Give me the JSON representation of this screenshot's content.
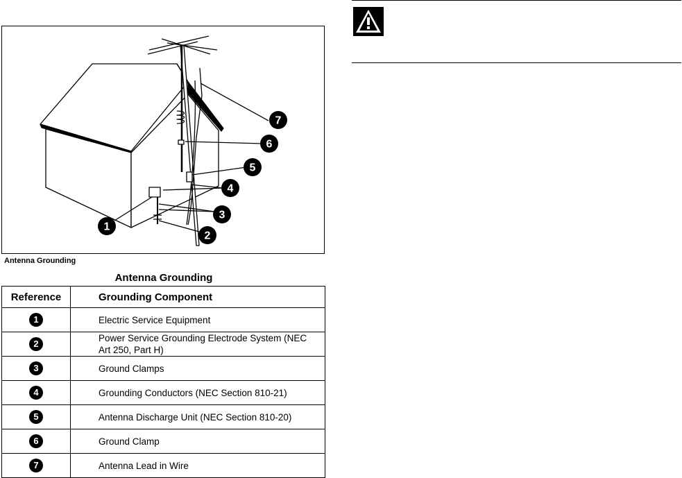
{
  "figure": {
    "callouts": [
      "1",
      "2",
      "3",
      "4",
      "5",
      "6",
      "7"
    ],
    "caption": "Antenna Grounding"
  },
  "table": {
    "title": "Antenna Grounding",
    "headers": {
      "reference": "Reference",
      "component": "Grounding Component"
    },
    "rows": [
      {
        "ref": "1",
        "component": "Electric Service Equipment"
      },
      {
        "ref": "2",
        "component": "Power Service Grounding Electrode System (NEC Art 250, Part H)"
      },
      {
        "ref": "3",
        "component": "Ground Clamps"
      },
      {
        "ref": "4",
        "component": "Grounding Conductors (NEC Section 810-21)"
      },
      {
        "ref": "5",
        "component": "Antenna Discharge Unit (NEC Section 810-20)"
      },
      {
        "ref": "6",
        "component": "Ground Clamp"
      },
      {
        "ref": "7",
        "component": "Antenna Lead in Wire"
      }
    ]
  },
  "warning": {
    "icon": "warning-triangle-icon"
  }
}
